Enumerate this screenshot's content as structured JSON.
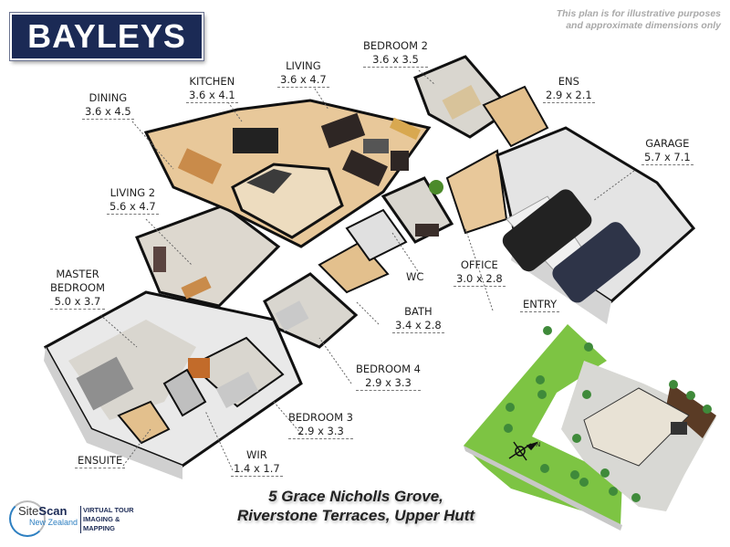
{
  "brand": {
    "logo_text": "BAYLEYS",
    "color": "#1b2a55"
  },
  "disclaimer": {
    "line1": "This plan is for illustrative purposes",
    "line2": "and approximate dimensions only"
  },
  "rooms": [
    {
      "id": "dining",
      "name": "DINING",
      "dims": "3.6 x 4.5"
    },
    {
      "id": "kitchen",
      "name": "KITCHEN",
      "dims": "3.6 x 4.1"
    },
    {
      "id": "living",
      "name": "LIVING",
      "dims": "3.6 x 4.7"
    },
    {
      "id": "bedroom2",
      "name": "BEDROOM 2",
      "dims": "3.6 x 3.5"
    },
    {
      "id": "ens",
      "name": "ENS",
      "dims": "2.9 x 2.1"
    },
    {
      "id": "garage",
      "name": "GARAGE",
      "dims": "5.7 x 7.1"
    },
    {
      "id": "living2",
      "name": "LIVING 2",
      "dims": "5.6 x 4.7"
    },
    {
      "id": "master",
      "name": "MASTER BEDROOM",
      "name_line1": "MASTER",
      "name_line2": "BEDROOM",
      "dims": "5.0 x 3.7"
    },
    {
      "id": "wc",
      "name": "WC",
      "dims": ""
    },
    {
      "id": "office",
      "name": "OFFICE",
      "dims": "3.0 x 2.8"
    },
    {
      "id": "entry",
      "name": "ENTRY",
      "dims": ""
    },
    {
      "id": "bath",
      "name": "BATH",
      "dims": "3.4 x 2.8"
    },
    {
      "id": "bedroom4",
      "name": "BEDROOM 4",
      "dims": "2.9 x 3.3"
    },
    {
      "id": "bedroom3",
      "name": "BEDROOM 3",
      "dims": "2.9 x 3.3"
    },
    {
      "id": "wir",
      "name": "WIR",
      "dims": "1.4 x 1.7"
    },
    {
      "id": "ensuite",
      "name": "ENSUITE",
      "dims": ""
    }
  ],
  "address": {
    "line1": "5 Grace Nicholls Grove,",
    "line2": "Riverstone Terraces, Upper Hutt"
  },
  "sitescan": {
    "prefix": "Site",
    "bold": "Scan",
    "region": "New Zealand",
    "tag1": "VIRTUAL TOUR",
    "tag2": "IMAGING & MAPPING"
  },
  "site_plan": {
    "compass_label": "N",
    "lawn_color": "#7dc443",
    "paving_color": "#d8d8d4"
  },
  "colors": {
    "wall": "#111111",
    "floor_wood": "#e8c89a",
    "floor_carpet": "#d9d6cf",
    "wall_face": "#f2f2f2"
  }
}
